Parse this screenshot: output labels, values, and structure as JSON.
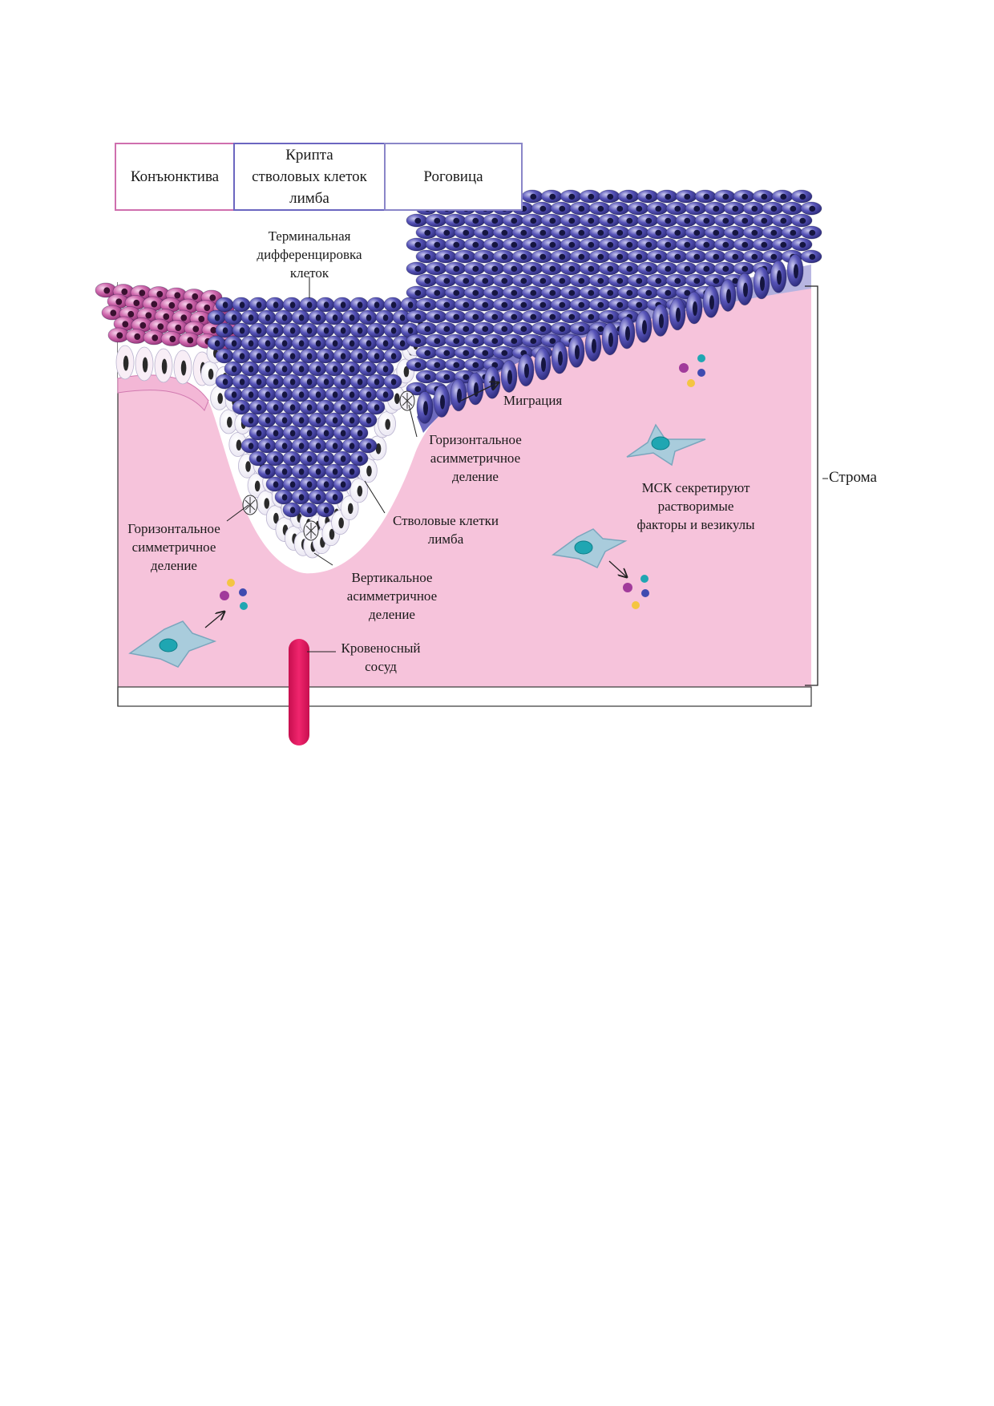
{
  "header": {
    "conjunctiva": "Конъюнктива",
    "crypt": "Крипта\nстволовых клеток\nлимба",
    "cornea": "Роговица"
  },
  "labels": {
    "terminal_differentiation": "Терминальная\nдифференцировка\nклеток",
    "migration": "Миграция",
    "horizontal_asymmetric": "Горизонтальное\nасимметричное\nделение",
    "stroma": "Строма",
    "msc_secrete": "МСК секретируют\nрастворимые\nфакторы и везикулы",
    "horizontal_symmetric": "Горизонтальное\nсимметричное\nделение",
    "limbal_stem_cells": "Стволовые клетки\nлимба",
    "vertical_asymmetric": "Вертикальное\nасимметричное\nделение",
    "blood_vessel": "Кровеносный\nсосуд"
  },
  "colors": {
    "stroma": "#f6c3db",
    "conjunctiva_cells": "#c4559f",
    "corneal_cells": "#3b3a92",
    "basement_membrane": "#7a78c2",
    "msc_cell": "#a9ccdc",
    "msc_nucleus": "#1fa6b2",
    "blood_vessel": "#e8145f",
    "vesicle_purple": "#a13b9b",
    "vesicle_teal": "#1fa6b2",
    "vesicle_blue": "#3f4bb0",
    "vesicle_yellow": "#f4c542"
  }
}
